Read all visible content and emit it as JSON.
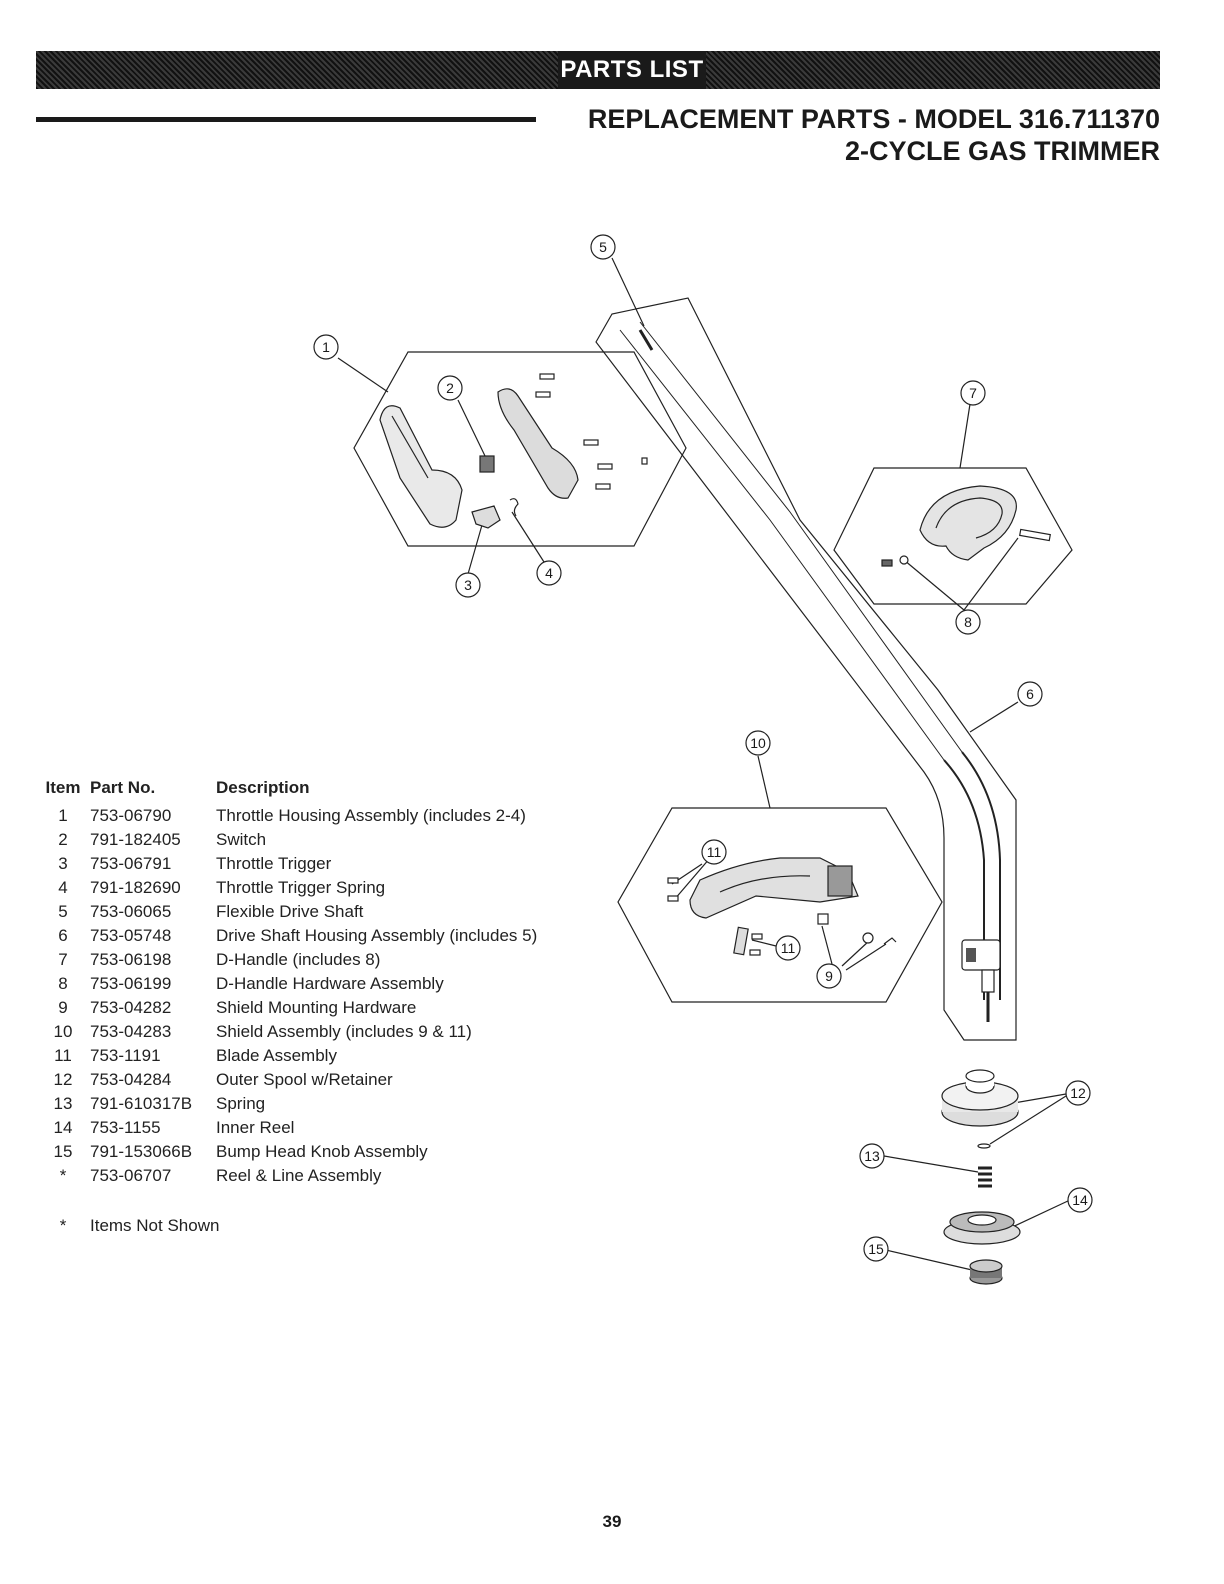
{
  "header": {
    "banner": "PARTS LIST",
    "title_line1": "REPLACEMENT PARTS - MODEL 316.711370",
    "title_line2": "2-CYCLE GAS TRIMMER"
  },
  "diagram": {
    "callouts": [
      "1",
      "2",
      "3",
      "4",
      "5",
      "6",
      "7",
      "8",
      "9",
      "10",
      "11",
      "11",
      "12",
      "13",
      "14",
      "15"
    ]
  },
  "table": {
    "headers": {
      "item": "Item",
      "part_no": "Part No.",
      "description": "Description"
    },
    "rows": [
      {
        "item": "1",
        "part_no": "753-06790",
        "description": "Throttle Housing Assembly (includes 2-4)"
      },
      {
        "item": "2",
        "part_no": "791-182405",
        "description": "Switch"
      },
      {
        "item": "3",
        "part_no": "753-06791",
        "description": "Throttle Trigger"
      },
      {
        "item": "4",
        "part_no": "791-182690",
        "description": "Throttle Trigger Spring"
      },
      {
        "item": "5",
        "part_no": "753-06065",
        "description": "Flexible Drive Shaft"
      },
      {
        "item": "6",
        "part_no": "753-05748",
        "description": "Drive Shaft Housing Assembly (includes 5)"
      },
      {
        "item": "7",
        "part_no": "753-06198",
        "description": "D-Handle (includes 8)"
      },
      {
        "item": "8",
        "part_no": "753-06199",
        "description": "D-Handle Hardware Assembly"
      },
      {
        "item": "9",
        "part_no": "753-04282",
        "description": "Shield Mounting Hardware"
      },
      {
        "item": "10",
        "part_no": "753-04283",
        "description": "Shield Assembly (includes 9 & 11)"
      },
      {
        "item": "11",
        "part_no": "753-1191",
        "description": "Blade Assembly"
      },
      {
        "item": "12",
        "part_no": "753-04284",
        "description": "Outer Spool w/Retainer"
      },
      {
        "item": "13",
        "part_no": "791-610317B",
        "description": "Spring"
      },
      {
        "item": "14",
        "part_no": "753-1155",
        "description": "Inner Reel"
      },
      {
        "item": "15",
        "part_no": "791-153066B",
        "description": "Bump Head Knob Assembly"
      },
      {
        "item": "*",
        "part_no": "753-06707",
        "description": "Reel & Line Assembly"
      }
    ]
  },
  "footnote": {
    "marker": "*",
    "text": "Items Not Shown"
  },
  "page_number": "39"
}
